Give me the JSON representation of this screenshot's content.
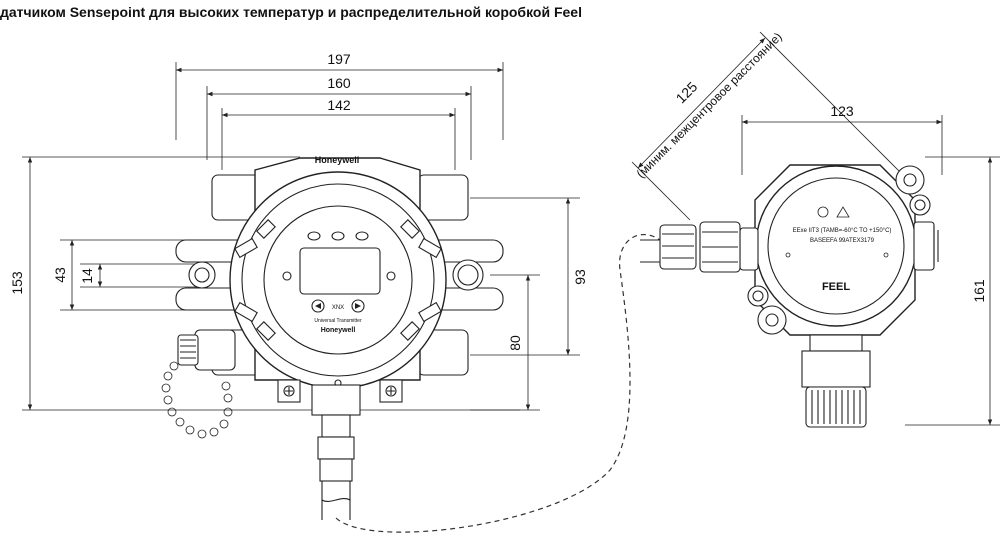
{
  "caption": "датчиком Sensepoint для высоких температур и распределительной коробкой Feel",
  "front_view": {
    "brand_top": "Honeywell",
    "brand_lower": "Honeywell",
    "display_label": "Universal Transmitter",
    "product_name": "XNX",
    "dimensions": {
      "overall_width": "197",
      "inner_width": "160",
      "mount_width": "142",
      "overall_height": "153",
      "hole_span": "43",
      "hole_diameter": "14",
      "right_height": "93",
      "lower_offset": "80"
    }
  },
  "side_view": {
    "spacing_value": "125",
    "spacing_note": "(миним. межцентровое расстояние)",
    "cert_line_1": "EExe IIT3 (TAMB=-60°C TO +150°C)",
    "cert_line_2": "BASEEFA 99ATEX3179",
    "brand": "FEEL",
    "dimensions": {
      "width": "123",
      "height": "161"
    }
  }
}
